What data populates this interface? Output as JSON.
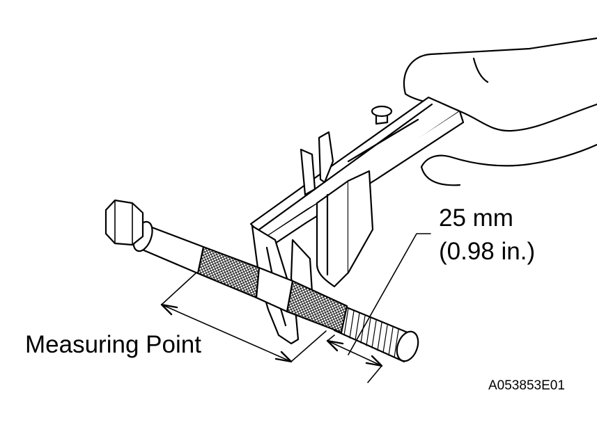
{
  "labels": {
    "measuring_point": "Measuring Point",
    "spec_mm": "25 mm",
    "spec_in": "(0.98 in.)",
    "figure_id": "A053853E01"
  },
  "colors": {
    "ink": "#000000",
    "paper": "#ffffff"
  }
}
